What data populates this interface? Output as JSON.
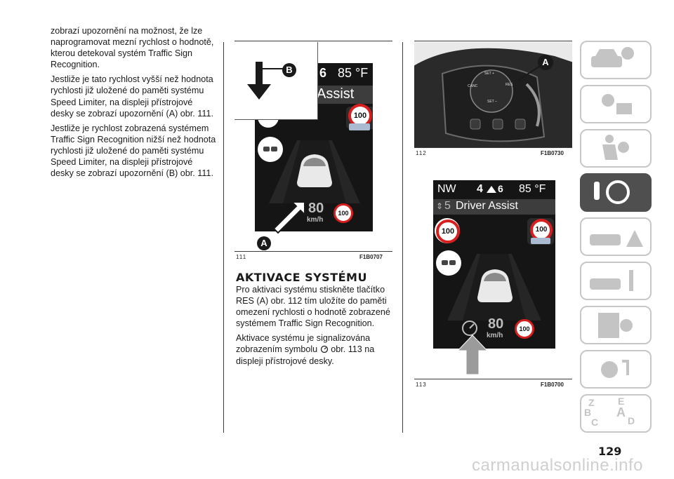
{
  "left_column": {
    "paragraphs": [
      "zobrazí upozornění na možnost, že lze naprogramovat mezní rychlost o hodnotě, kterou detekoval systém Traffic Sign Recognition.",
      "Jestliže je tato rychlost vyšší než hodnota rychlosti již uložené do paměti systému Speed Limiter, na displeji přístrojové desky se zobrazí upozornění (A) obr. 111.",
      "Jestliže je rychlost zobrazená systémem Traffic Sign Recognition nižší než hodnota rychlosti již uložené do paměti systému Speed Limiter, na displeji přístrojové desky se zobrazí upozornění (B) obr. 111."
    ]
  },
  "figure111": {
    "number": "111",
    "code": "F1B0707",
    "temp": "85 °F",
    "gear": "6",
    "banner": "Assist",
    "sign_value": "100",
    "speed": "80",
    "unit": "km/h",
    "limit_value": "100",
    "label_a": "A",
    "label_b": "B"
  },
  "middle_column": {
    "heading": "AKTIVACE SYSTÉMU",
    "paragraph1": "Pro aktivaci systému stiskněte tlačítko RES (A) obr. 112 tím uložíte do paměti omezení rychlosti o hodnotě zobrazené systémem Traffic Sign Recognition.",
    "paragraph2_before": "Aktivace systému je signalizována zobrazením symbolu",
    "paragraph2_after": "obr. 113 na displeji přístrojové desky."
  },
  "figure112": {
    "number": "112",
    "code": "F1B0730",
    "label_a": "A",
    "btn_set_plus": "SET +",
    "btn_canc": "CANC",
    "btn_res": "RES",
    "btn_set_minus": "SET –"
  },
  "figure113": {
    "number": "113",
    "code": "F1B0700",
    "heading_dir": "NW",
    "gear": "4",
    "gear2": "6",
    "temp": "85 °F",
    "menu_index": "5",
    "banner": "Driver Assist",
    "sign_left": "100",
    "sign_right": "100",
    "speed": "80",
    "unit": "km/h",
    "limit_value": "100"
  },
  "sidebar": {
    "tabs": [
      "dashboard-info",
      "lights-warning",
      "safety",
      "starting-driving",
      "emergency",
      "maintenance",
      "technical-data",
      "multimedia",
      "index"
    ],
    "active_index": 3,
    "index_letters": [
      "Z",
      "E",
      "B",
      "A",
      "C",
      "D"
    ]
  },
  "page_number": "129",
  "watermark": "carmanualsonline.info"
}
